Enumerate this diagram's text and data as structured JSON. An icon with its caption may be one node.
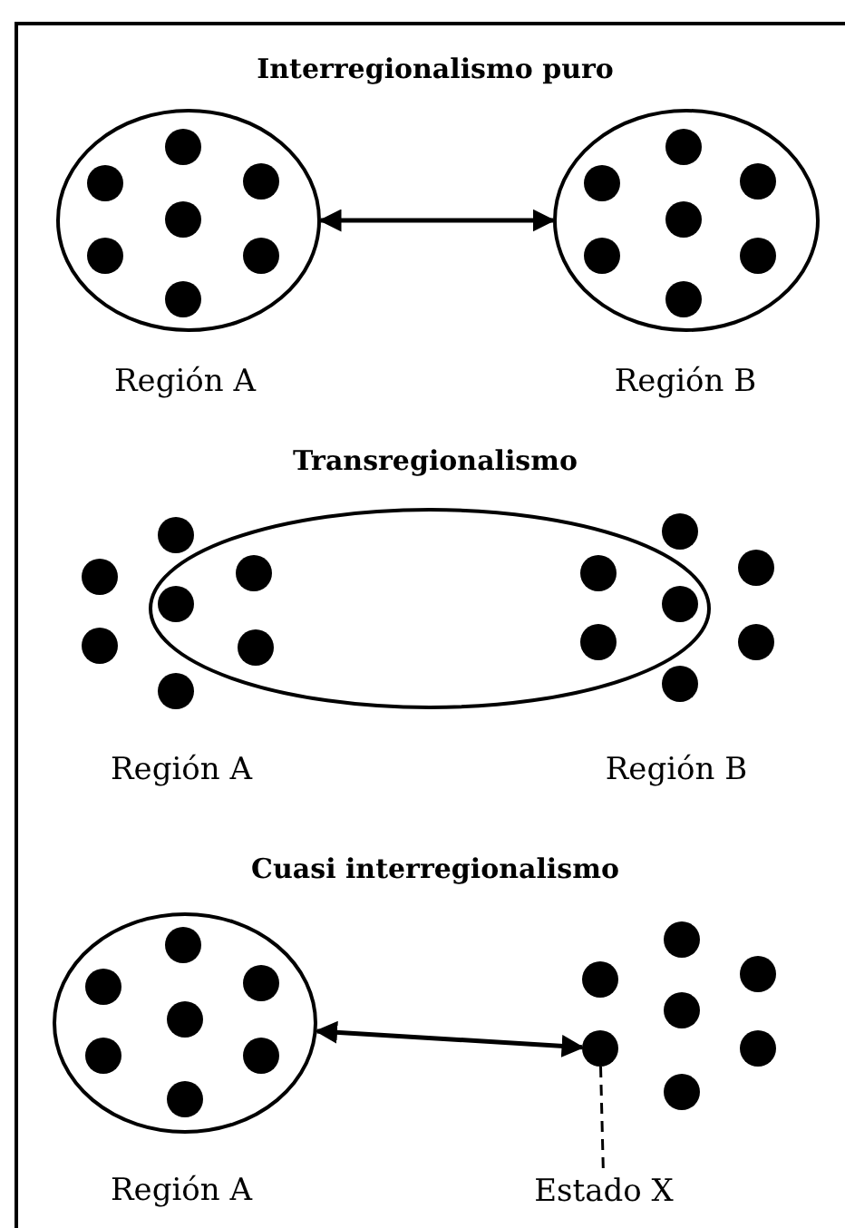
{
  "diagram": {
    "nodes": [
      {
        "text": [],
        "shape": "ellipse",
        "beside": [
          "Región A"
        ]
      },
      {
        "text": [],
        "shape": "ellipse",
        "beside": [
          "Región B"
        ]
      },
      {
        "text": [],
        "shape": "ellipse"
      },
      {
        "text": [],
        "shape": "ellipse",
        "beside": [
          "Región A"
        ]
      },
      {
        "text": [],
        "shape": "dot"
      },
      {
        "text": [
          "Estado X"
        ]
      }
    ],
    "edges": [
      {
        "from": 0,
        "to": 1,
        "arrow": "both"
      },
      {
        "from": 3,
        "to": 4,
        "arrow": "both"
      },
      {
        "from": 4,
        "to": 5,
        "arrow": "none",
        "style": "dashed"
      }
    ],
    "labels": [
      "Interregionalismo puro",
      "Transregionalismo",
      "Región A",
      "Región B",
      "Cuasi interregionalismo"
    ]
  }
}
